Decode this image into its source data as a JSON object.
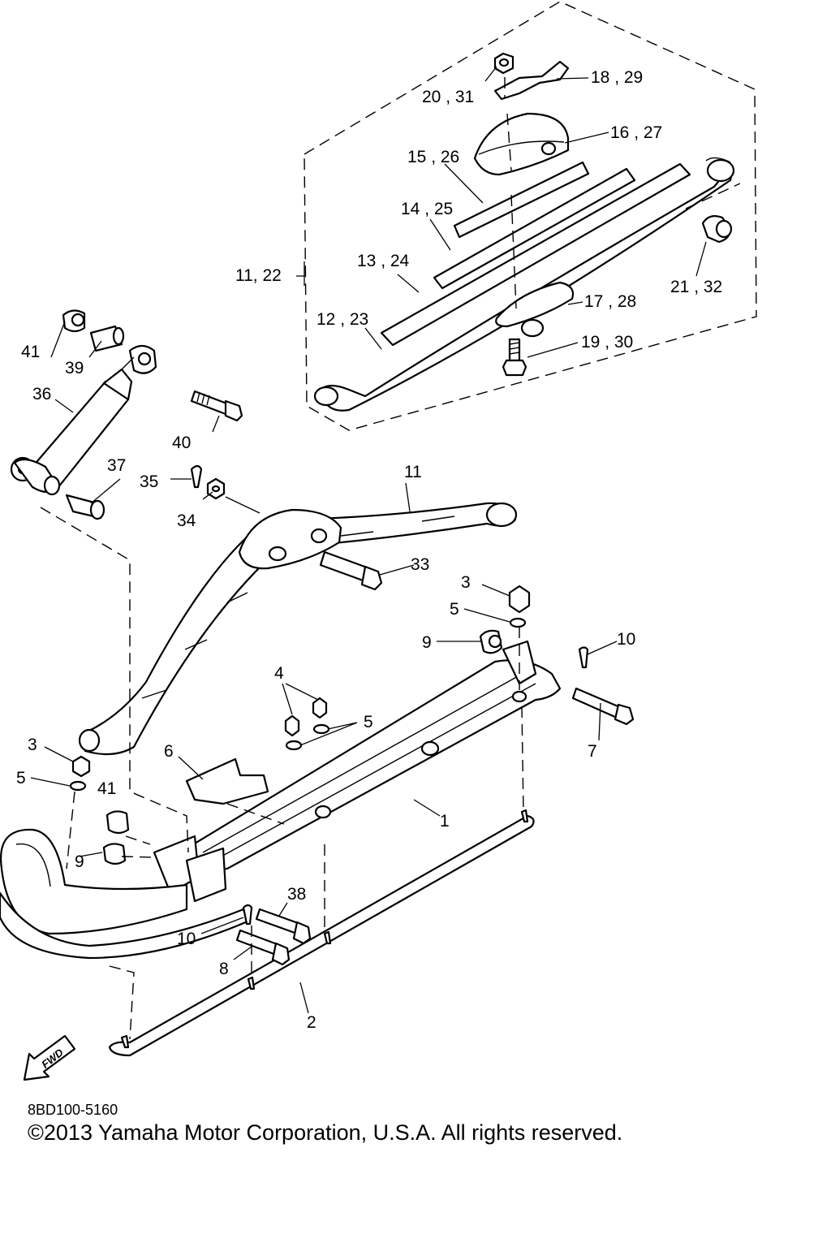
{
  "diagram": {
    "callouts": [
      {
        "id": "c1",
        "text": "1"
      },
      {
        "id": "c2",
        "text": "2"
      },
      {
        "id": "c3a",
        "text": "3"
      },
      {
        "id": "c3b",
        "text": "3"
      },
      {
        "id": "c4",
        "text": "4"
      },
      {
        "id": "c5a",
        "text": "5"
      },
      {
        "id": "c5b",
        "text": "5"
      },
      {
        "id": "c5c",
        "text": "5"
      },
      {
        "id": "c6",
        "text": "6"
      },
      {
        "id": "c7",
        "text": "7"
      },
      {
        "id": "c8",
        "text": "8"
      },
      {
        "id": "c9a",
        "text": "9"
      },
      {
        "id": "c9b",
        "text": "9"
      },
      {
        "id": "c10a",
        "text": "10"
      },
      {
        "id": "c10b",
        "text": "10"
      },
      {
        "id": "c11a",
        "text": "11"
      },
      {
        "id": "c11b",
        "text": "11, 22"
      },
      {
        "id": "c12",
        "text": "12 , 23"
      },
      {
        "id": "c13",
        "text": "13 , 24"
      },
      {
        "id": "c14",
        "text": "14 , 25"
      },
      {
        "id": "c15",
        "text": "15 , 26"
      },
      {
        "id": "c16",
        "text": "16 , 27"
      },
      {
        "id": "c17",
        "text": "17 , 28"
      },
      {
        "id": "c18",
        "text": "18 , 29"
      },
      {
        "id": "c19",
        "text": "19 , 30"
      },
      {
        "id": "c20",
        "text": "20 , 31"
      },
      {
        "id": "c21",
        "text": "21 , 32"
      },
      {
        "id": "c33",
        "text": "33"
      },
      {
        "id": "c34",
        "text": "34"
      },
      {
        "id": "c35",
        "text": "35"
      },
      {
        "id": "c36",
        "text": "36"
      },
      {
        "id": "c37",
        "text": "37"
      },
      {
        "id": "c38",
        "text": "38"
      },
      {
        "id": "c39",
        "text": "39"
      },
      {
        "id": "c40",
        "text": "40"
      },
      {
        "id": "c41a",
        "text": "41"
      },
      {
        "id": "c41b",
        "text": "41"
      }
    ],
    "fwd_label": "FWD"
  },
  "footer": {
    "code": "8BD100-5160",
    "copyright": "©2013 Yamaha Motor Corporation, U.S.A. All rights reserved."
  }
}
